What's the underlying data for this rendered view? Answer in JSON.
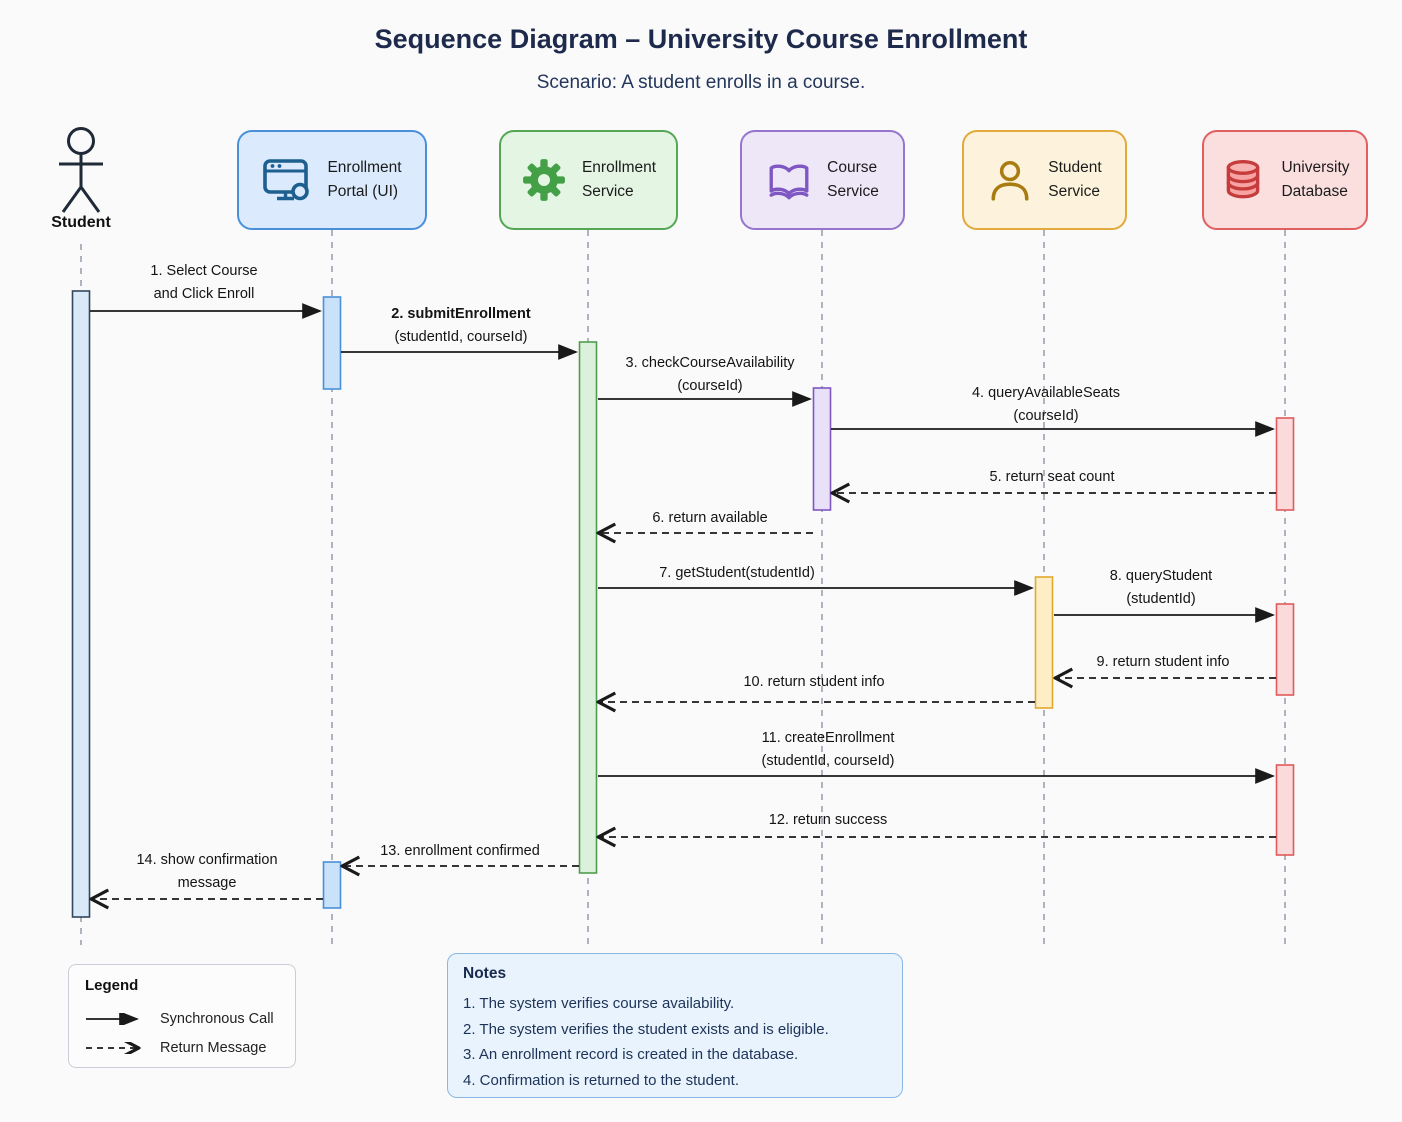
{
  "title": "Sequence Diagram – University Course Enrollment",
  "subtitle": "Scenario: A student enrolls in a course.",
  "participants": [
    {
      "name": "Student",
      "type": "actor"
    },
    {
      "line1": "Enrollment",
      "line2": "Portal (UI)",
      "icon": "browser-icon",
      "accent": "#4a90d9",
      "fill": "#dbeafd"
    },
    {
      "line1": "Enrollment",
      "line2": "Service",
      "icon": "gear-icon",
      "accent": "#55a655",
      "fill": "#e4f5e4"
    },
    {
      "line1": "Course",
      "line2": "Service",
      "icon": "book-icon",
      "accent": "#9575cd",
      "fill": "#ede7f8"
    },
    {
      "line1": "Student",
      "line2": "Service",
      "icon": "person-icon",
      "accent": "#e2a93c",
      "fill": "#fdf3dc"
    },
    {
      "line1": "University",
      "line2": "Database",
      "icon": "database-icon",
      "accent": "#e06060",
      "fill": "#fbdede"
    }
  ],
  "messages": [
    {
      "line1": "1. Select Course",
      "line2": "and Click Enroll",
      "type": "sync"
    },
    {
      "line1": "2. submitEnrollment",
      "line2": "(studentId, courseId)",
      "type": "sync"
    },
    {
      "line1": "3. checkCourseAvailability",
      "line2": "(courseId)",
      "type": "sync"
    },
    {
      "line1": "4. queryAvailableSeats",
      "line2": "(courseId)",
      "type": "sync"
    },
    {
      "line1": "5. return seat count",
      "type": "return"
    },
    {
      "line1": "6. return available",
      "type": "return"
    },
    {
      "line1": "7. getStudent(studentId)",
      "type": "sync"
    },
    {
      "line1": "8. queryStudent",
      "line2": "(studentId)",
      "type": "sync"
    },
    {
      "line1": "9. return student info",
      "type": "return"
    },
    {
      "line1": "10. return student info",
      "type": "return"
    },
    {
      "line1": "11. createEnrollment",
      "line2": "(studentId, courseId)",
      "type": "sync"
    },
    {
      "line1": "12. return success",
      "type": "return"
    },
    {
      "line1": "13. enrollment confirmed",
      "type": "return"
    },
    {
      "line1": "14. show confirmation",
      "line2": "message",
      "type": "return"
    }
  ],
  "legend": {
    "title": "Legend",
    "sync_label": "Synchronous Call",
    "return_label": "Return Message"
  },
  "notes": {
    "title": "Notes",
    "items": [
      "1. The system verifies course availability.",
      "2. The system verifies the student exists and is eligible.",
      "3. An enrollment record is created in the database.",
      "4. Confirmation is returned to the student."
    ]
  },
  "colors": {
    "title_navy": "#1e2a4c",
    "arrow": "#1a1a1a",
    "lifeline": "#9aa3b2",
    "notes_bg": "#e9f3fd",
    "notes_border": "#8ab6e6"
  }
}
